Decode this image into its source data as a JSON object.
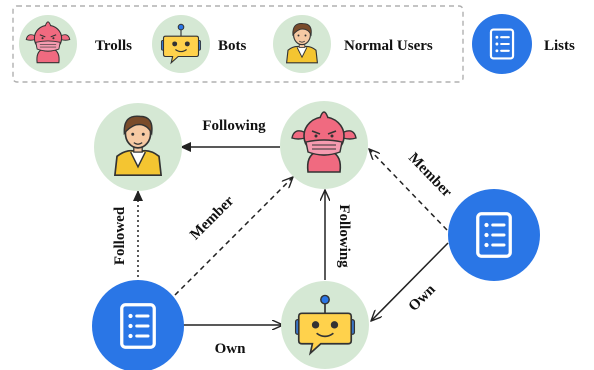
{
  "legend": {
    "items": [
      {
        "label": "Trolls",
        "icon": "troll-icon"
      },
      {
        "label": "Bots",
        "icon": "bot-icon"
      },
      {
        "label": "Normal Users",
        "icon": "normal-user-icon"
      },
      {
        "label": "Lists",
        "icon": "list-icon"
      }
    ]
  },
  "nodes": [
    {
      "id": "normal-user",
      "icon": "normal-user-icon"
    },
    {
      "id": "troll",
      "icon": "troll-icon"
    },
    {
      "id": "list-right",
      "icon": "list-icon"
    },
    {
      "id": "list-left",
      "icon": "list-icon"
    },
    {
      "id": "bot",
      "icon": "bot-icon"
    }
  ],
  "edges": [
    {
      "from": "troll",
      "to": "normal-user",
      "label": "Following",
      "style": "solid"
    },
    {
      "from": "list-left",
      "to": "normal-user",
      "label": "Followed",
      "style": "dotted"
    },
    {
      "from": "list-left",
      "to": "troll",
      "label": "Member",
      "style": "dashed"
    },
    {
      "from": "list-right",
      "to": "troll",
      "label": "Member",
      "style": "dashed"
    },
    {
      "from": "bot",
      "to": "troll",
      "label": "Following",
      "style": "solid"
    },
    {
      "from": "list-left",
      "to": "bot",
      "label": "Own",
      "style": "solid"
    },
    {
      "from": "list-right",
      "to": "bot",
      "label": "Own",
      "style": "solid"
    }
  ],
  "colors": {
    "node_bg": "#d5e8d4",
    "list_bg": "#2a76e6",
    "legend_border": "#b0b0b0",
    "edge": "#222222",
    "troll_pink": "#f06a80",
    "bot_yellow": "#ffd24c",
    "mask": "#f59bb0"
  }
}
